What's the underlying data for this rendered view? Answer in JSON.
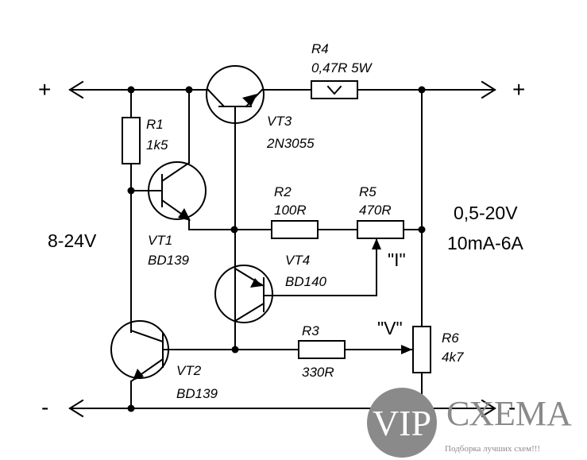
{
  "terminals": {
    "input_plus": "+",
    "input_minus": "-",
    "output_plus": "+",
    "output_minus": "-"
  },
  "supply": {
    "input_voltage": "8-24V",
    "output_voltage": "0,5-20V",
    "output_current": "10mA-6A"
  },
  "resistors": [
    {
      "ref": "R1",
      "value": "1k5"
    },
    {
      "ref": "R2",
      "value": "100R"
    },
    {
      "ref": "R3",
      "value": "330R"
    },
    {
      "ref": "R4",
      "value": "0,47R 5W"
    },
    {
      "ref": "R5",
      "value": "470R"
    },
    {
      "ref": "R6",
      "value": "4k7"
    }
  ],
  "transistors": [
    {
      "ref": "VT1",
      "value": "BD139"
    },
    {
      "ref": "VT2",
      "value": "BD139"
    },
    {
      "ref": "VT3",
      "value": "2N3055"
    },
    {
      "ref": "VT4",
      "value": "BD140"
    }
  ],
  "pot_labels": {
    "current": "\"I\"",
    "voltage": "\"V\""
  },
  "r4_marker": "V",
  "logo": {
    "badge": "VIP",
    "name": "СХЕМА",
    "tagline": "Подборка лучших схем!!!"
  }
}
